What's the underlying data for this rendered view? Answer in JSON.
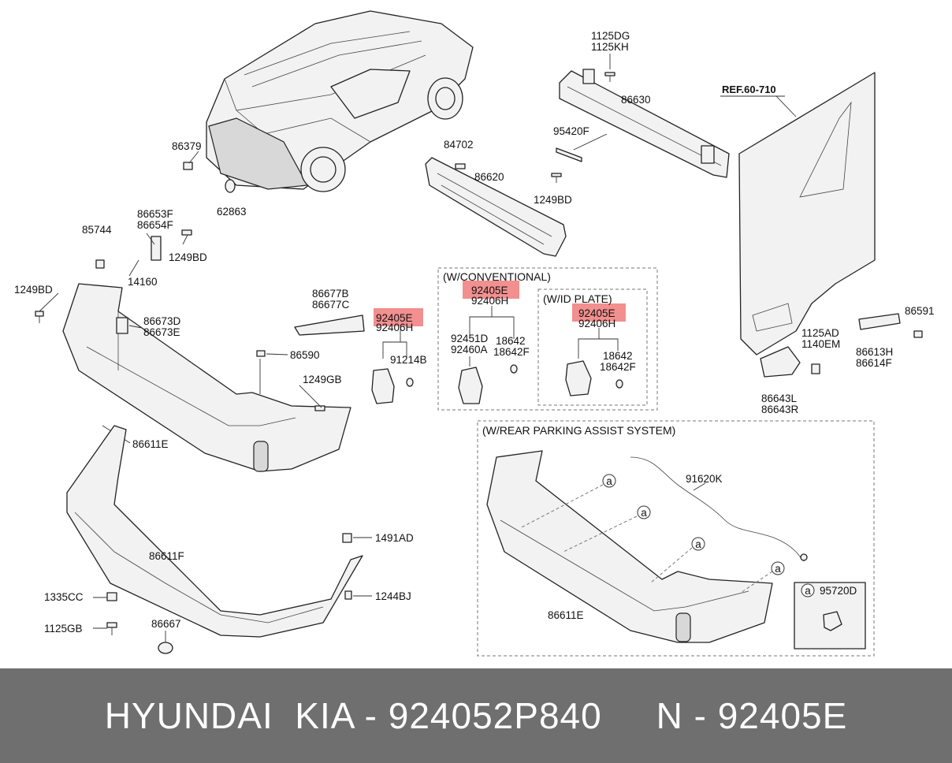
{
  "labels": {
    "l_86379": "86379",
    "l_62863": "62863",
    "l_84702": "84702",
    "l_86620": "86620",
    "l_1125DG": "1125DG",
    "l_1125KH": "1125KH",
    "l_86630": "86630",
    "l_95420F": "95420F",
    "l_1249BD_a": "1249BD",
    "l_ref": "REF.60-710",
    "l_86653F": "86653F",
    "l_86654F": "86654F",
    "l_85744": "85744",
    "l_1249BD_b": "1249BD",
    "l_14160": "14160",
    "l_1249BD_c": "1249BD",
    "l_86673D": "86673D",
    "l_86673E": "86673E",
    "l_86677B": "86677B",
    "l_86677C": "86677C",
    "l_92405E_a": "92405E",
    "l_92406H_a": "92406H",
    "l_91214B": "91214B",
    "l_86590": "86590",
    "l_1249GB": "1249GB",
    "l_86611E_a": "86611E",
    "l_92405E_b": "92405E",
    "l_92406H_b": "92406H",
    "l_92451D": "92451D",
    "l_92460A": "92460A",
    "l_18642_a": "18642",
    "l_18642F_a": "18642F",
    "l_92405E_c": "92405E",
    "l_92406H_c": "92406H",
    "l_18642_b": "18642",
    "l_18642F_b": "18642F",
    "l_1125AD": "1125AD",
    "l_1140EM": "1140EM",
    "l_86591": "86591",
    "l_86613H": "86613H",
    "l_86614F": "86614F",
    "l_86643L": "86643L",
    "l_86643R": "86643R",
    "l_1491AD": "1491AD",
    "l_86611F": "86611F",
    "l_1335CC": "1335CC",
    "l_1244BJ": "1244BJ",
    "l_1125GB": "1125GB",
    "l_86667": "86667",
    "l_91620K": "91620K",
    "l_86611E_b": "86611E",
    "l_95720D": "95720D",
    "circle_a": "a"
  },
  "boxes": {
    "conventional": "(W/CONVENTIONAL)",
    "id_plate": "(W/ID PLATE)",
    "parking": "(W/REAR PARKING ASSIST SYSTEM)"
  },
  "highlight_color": "#f07b7b",
  "footer": {
    "text": "HYUNDAI  KIA - 924052P840     N - 92405E"
  }
}
